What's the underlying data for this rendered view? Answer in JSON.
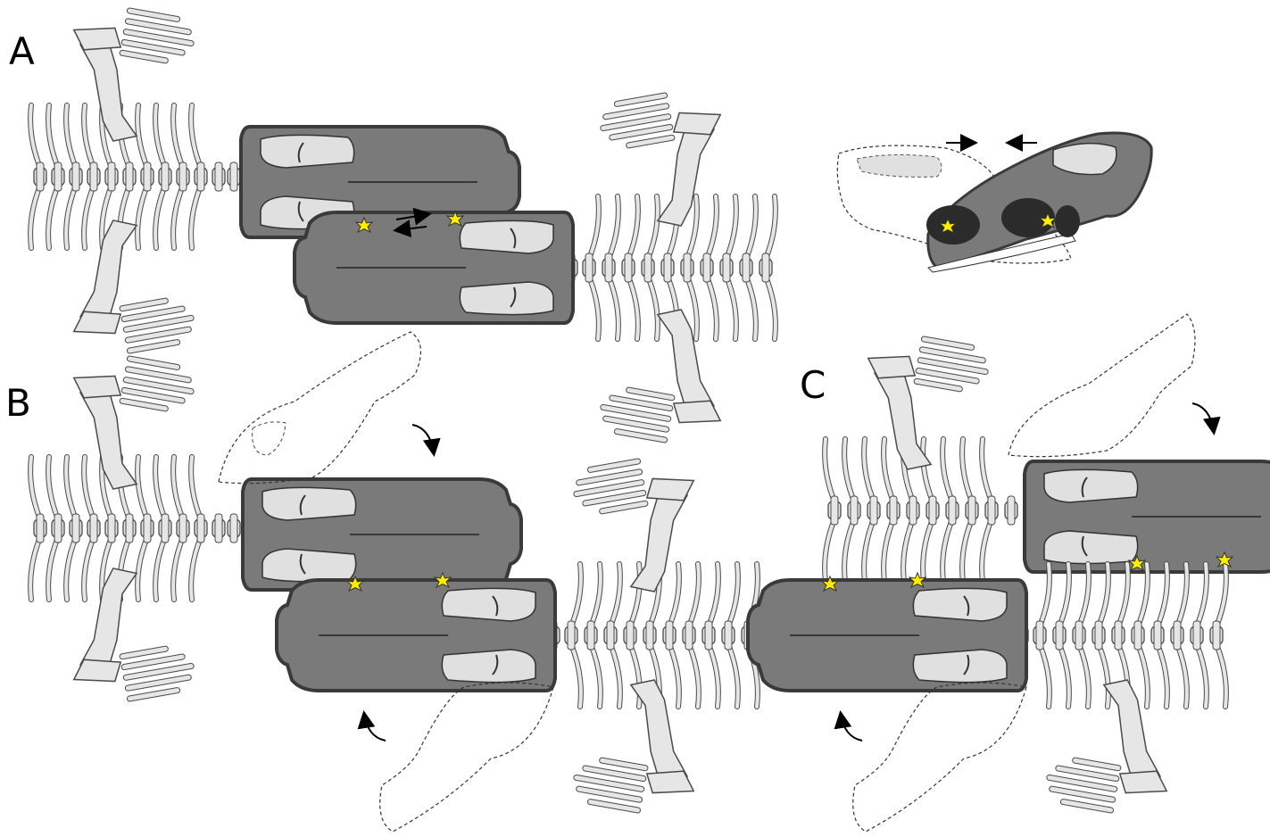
{
  "panels": [
    {
      "id": "A",
      "label": "A"
    },
    {
      "id": "B",
      "label": "B"
    },
    {
      "id": "C",
      "label": "C"
    }
  ],
  "colors": {
    "skull_fill": "#7a7a7a",
    "skull_stroke": "#3a3a3a",
    "bone_fill": "#e6e6e6",
    "bone_stroke": "#4a4a4a",
    "fenestra_fill": "#e0e0e0",
    "contact_star": "#ffee00",
    "jaw_dark": "#2b2b2b",
    "outline_stroke": "#333333",
    "arrow": "#000000"
  },
  "icons": {
    "contact": "yellow-burst-icon",
    "rotation": "curved-arrow-icon",
    "sliding": "double-arrow-icon"
  }
}
